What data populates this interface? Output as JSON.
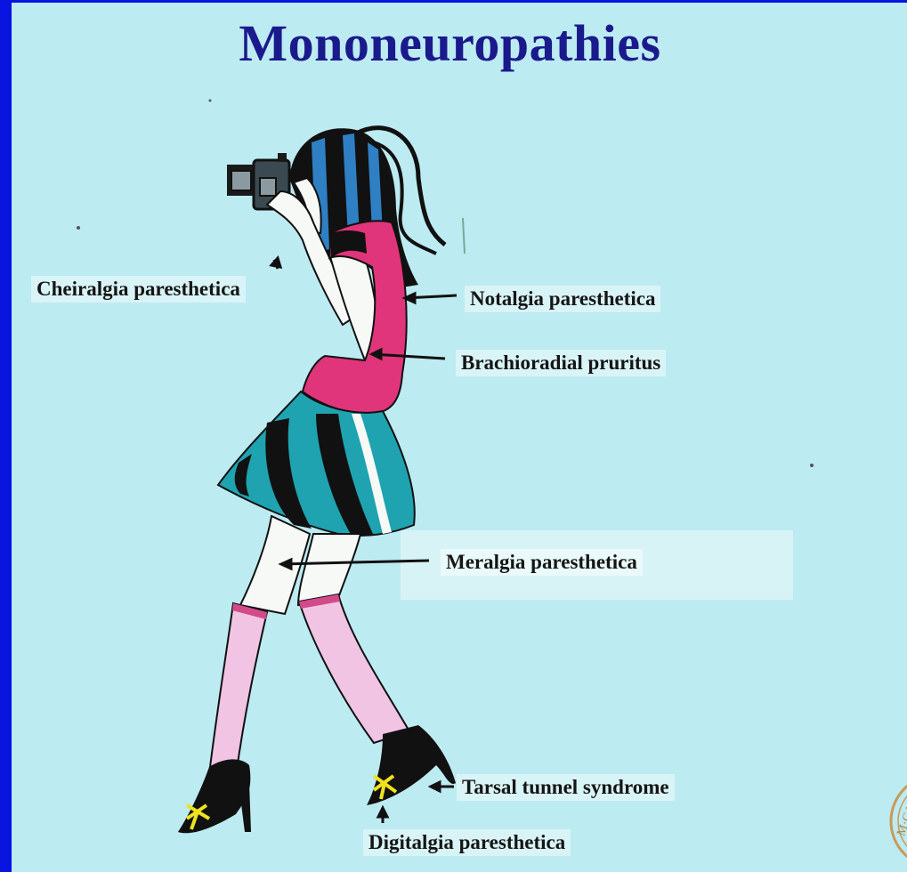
{
  "title": "Mononeuropathies",
  "labels": {
    "cheiralgia": "Cheiralgia paresthetica",
    "notalgia": "Notalgia paresthetica",
    "brachioradial": "Brachioradial pruritus",
    "meralgia": "Meralgia paresthetica",
    "tarsal": "Tarsal tunnel syndrome",
    "digitalgia": "Digitalgia paresthetica"
  },
  "seal_text": "M·CA",
  "colors": {
    "frame": "#0a14e0",
    "background": "#bdebf2",
    "title": "#1a1a8c",
    "label": "#151515",
    "top": "#e0357a",
    "skirt_teal": "#1fa3b0",
    "hair_blue": "#2f7fc4",
    "stockings": "#f2c4e4",
    "shoes": "#111111",
    "bows": "#f0e21c"
  }
}
